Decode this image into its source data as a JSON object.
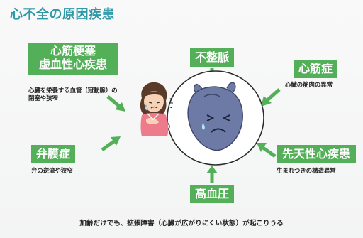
{
  "title": "心不全の原因疾患",
  "causes": {
    "ischemic": {
      "label_line1": "心筋梗塞",
      "label_line2": "虚血性心疾患",
      "caption_line1": "心臓を栄養する血管（冠動脈）の",
      "caption_line2": "閉塞や狭窄"
    },
    "arrhythmia": {
      "label": "不整脈"
    },
    "cardiomyopathy": {
      "label": "心筋症",
      "caption": "心臓の筋肉の異常"
    },
    "valvular": {
      "label": "弁膜症",
      "caption": "弁の逆流や狭窄"
    },
    "congenital": {
      "label": "先天性心疾患",
      "caption": "生まれつきの構造異常"
    },
    "hypertension": {
      "label": "高血圧"
    }
  },
  "bottom_note": "加齢だけでも、拡張障害（心臓が広がりにくい状態）が起こりうる",
  "colors": {
    "title": "#2f9aa7",
    "label_bg": "#53b058",
    "arrow": "#53b058",
    "heart": "#6d7aa6",
    "bubble_border": "#2b2b2b"
  }
}
